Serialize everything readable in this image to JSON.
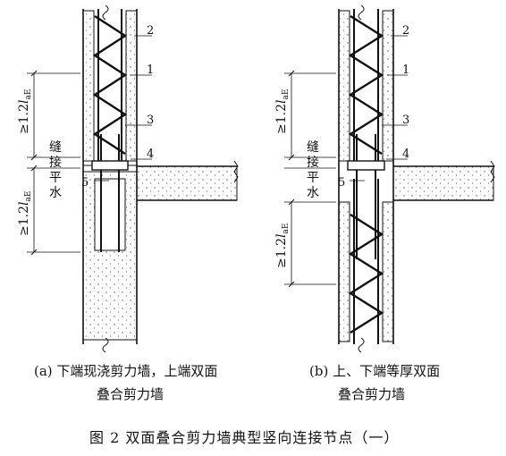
{
  "callouts": [
    "1",
    "2",
    "3",
    "4",
    "5"
  ],
  "dimension": {
    "prefix": "≥1.2",
    "symbol": "l",
    "subscript": "aE"
  },
  "seam_label": [
    "水",
    "平",
    "接",
    "缝"
  ],
  "left_caption": {
    "line1": "(a) 下端现浇剪力墙，上端双面",
    "line2": "叠合剪力墙"
  },
  "right_caption": {
    "line1": "(b) 上、下端等厚双面",
    "line2": "叠合剪力墙"
  },
  "figure_caption": "图 2   双面叠合剪力墙典型竖向连接节点（一）"
}
